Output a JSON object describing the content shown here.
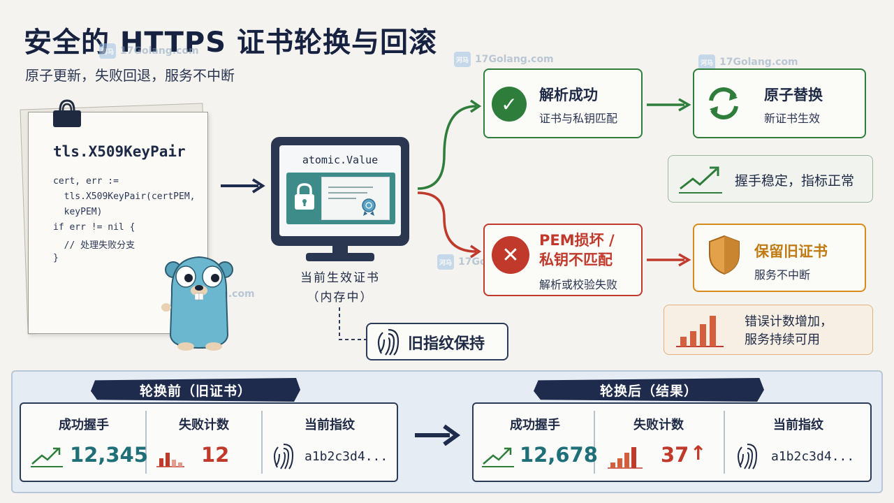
{
  "header": {
    "title": "安全的 HTTPS 证书轮换与回滚",
    "subtitle": "原子更新，失败回退，服务不中断"
  },
  "watermark": {
    "text": "17Golang.com",
    "logo": "河马"
  },
  "code": {
    "title": "tls.X509KeyPair",
    "lines": [
      "cert, err :=",
      "  tls.X509KeyPair(certPEM,",
      "  keyPEM)",
      "if err != nil {",
      "  // 处理失败分支",
      "}"
    ]
  },
  "monitor": {
    "screen_label": "atomic.Value",
    "caption_line1": "当前生效证书",
    "caption_line2": "（内存中）"
  },
  "success_branch": {
    "parse": {
      "title": "解析成功",
      "sub": "证书与私钥匹配",
      "icon": "check-icon"
    },
    "swap": {
      "title": "原子替换",
      "sub": "新证书生效",
      "icon": "refresh-icon"
    },
    "metric": {
      "text": "握手稳定，指标正常",
      "icon": "trend-up-icon"
    }
  },
  "failure_branch": {
    "error": {
      "title_line1": "PEM损坏 /",
      "title_line2": "私钥不匹配",
      "sub": "解析或校验失败",
      "icon": "x-icon"
    },
    "keep": {
      "title": "保留旧证书",
      "sub": "服务不中断",
      "icon": "shield-icon"
    },
    "metric": {
      "line1": "错误计数增加，",
      "line2": "服务持续可用",
      "icon": "bar-chart-icon"
    }
  },
  "fingerprint_note": {
    "text": "旧指纹保持",
    "icon": "fingerprint-icon"
  },
  "before": {
    "banner": "轮换前（旧证书）",
    "success_label": "成功握手",
    "success_value": "12,345",
    "fail_label": "失败计数",
    "fail_value": "12",
    "fp_label": "当前指纹",
    "fp_value": "a1b2c3d4..."
  },
  "after": {
    "banner": "轮换后（结果）",
    "success_label": "成功握手",
    "success_value": "12,678",
    "fail_label": "失败计数",
    "fail_value": "37",
    "fail_trend": "↑",
    "fp_label": "当前指纹",
    "fp_value": "a1b2c3d4..."
  },
  "colors": {
    "navy": "#1e2b4c",
    "success": "#2e7d3a",
    "error": "#c0392b",
    "warning": "#d98a1c",
    "teal": "#3d8c8a"
  }
}
